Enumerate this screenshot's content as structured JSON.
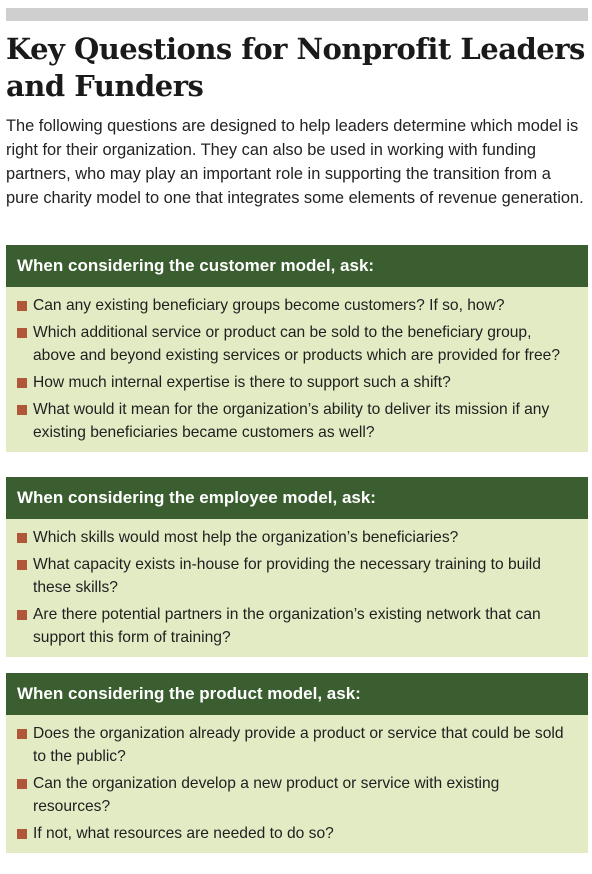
{
  "title": "Key Questions for Nonprofit Leaders and Funders",
  "intro": "The following questions are designed to help leaders determine which model is right for their organization. They can also be used in working with funding partners, who may play an important role in supporting the transition from a pure charity model to one that integrates some elements of revenue generation.",
  "sections": [
    {
      "header": "When considering the customer model, ask:",
      "questions": [
        "Can any existing beneficiary groups become customers? If so, how?",
        "Which additional service or product can be sold to the beneficiary group, above and beyond existing services or products which are provided for free?",
        "How much internal expertise is there to support such a shift?",
        "What would it mean for the organization’s ability to deliver its mission if any existing beneficiaries became customers as well?"
      ]
    },
    {
      "header": "When considering the employee model, ask:",
      "questions": [
        "Which skills would most help the organization’s beneficiaries?",
        "What capacity exists in-house for providing the necessary training to build these skills?",
        "Are there potential partners in the organization’s existing network that can support this form of training?"
      ]
    },
    {
      "header": "When considering the product model, ask:",
      "questions": [
        "Does the organization already provide a product or service that could be sold to the public?",
        "Can the organization develop a new product or service with existing resources?",
        "If not, what resources are needed to do so?"
      ]
    }
  ],
  "colors": {
    "header_bg": "#3a5e2f",
    "body_bg": "#e2ebc4",
    "bullet": "#b0573a",
    "top_bar": "#cfcfcf"
  },
  "icons": {
    "bullet": "square-bullet-icon"
  }
}
